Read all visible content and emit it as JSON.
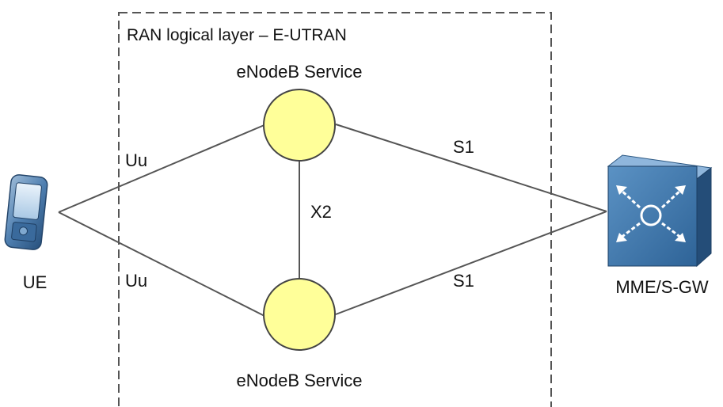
{
  "region": {
    "title": "RAN logical layer – E-UTRAN"
  },
  "nodes": {
    "ue": {
      "label": "UE",
      "icon": "mobile-phone-icon"
    },
    "enodeb_top": {
      "label": "eNodeB Service",
      "fill": "#ffff99"
    },
    "enodeb_bottom": {
      "label": "eNodeB Service",
      "fill": "#ffff99"
    },
    "mme": {
      "label": "MME/S-GW",
      "icon": "switch-router-icon"
    }
  },
  "links": {
    "uu_top": "Uu",
    "uu_bottom": "Uu",
    "x2": "X2",
    "s1_top": "S1",
    "s1_bottom": "S1"
  },
  "colors": {
    "node_fill": "#ffff99",
    "device_blue": "#2f6ea6",
    "line": "#555555"
  }
}
